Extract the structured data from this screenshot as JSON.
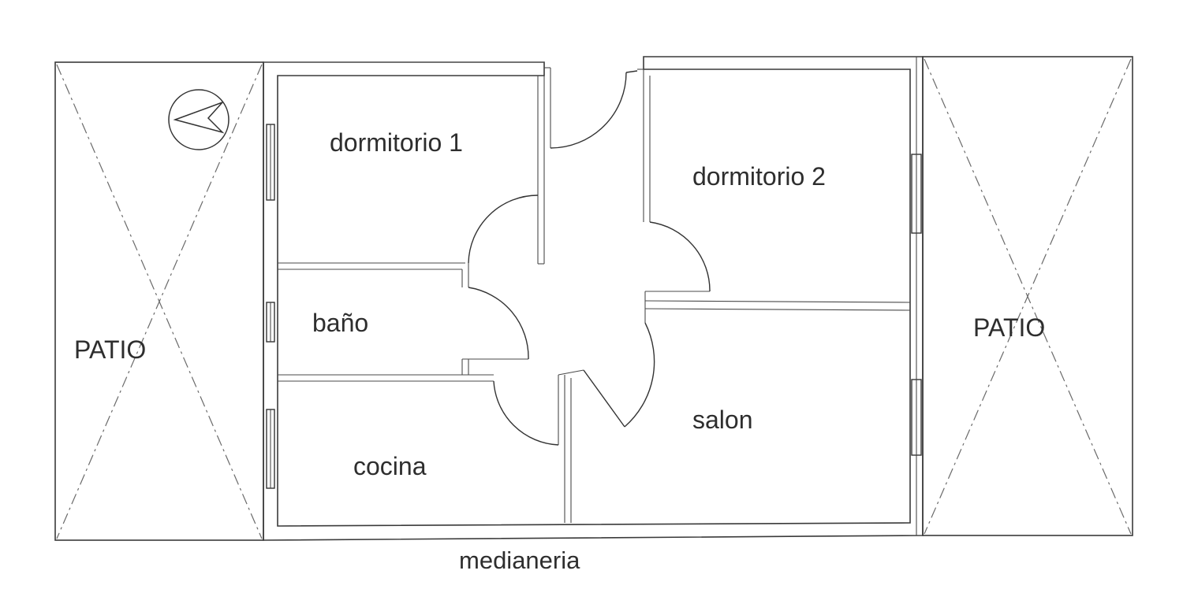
{
  "rooms": {
    "dormitorio_1": "dormitorio 1",
    "dormitorio_2": "dormitorio 2",
    "bano": "baño",
    "cocina": "cocina",
    "salon": "salon"
  },
  "patios": {
    "left": "PATIO",
    "right": "PATIO"
  },
  "boundary_label": "medianeria",
  "colors": {
    "line": "#3a3a3a",
    "text": "#2e2e2e",
    "background": "#ffffff"
  },
  "icons": {
    "north_arrow": "north-arrow-icon"
  }
}
